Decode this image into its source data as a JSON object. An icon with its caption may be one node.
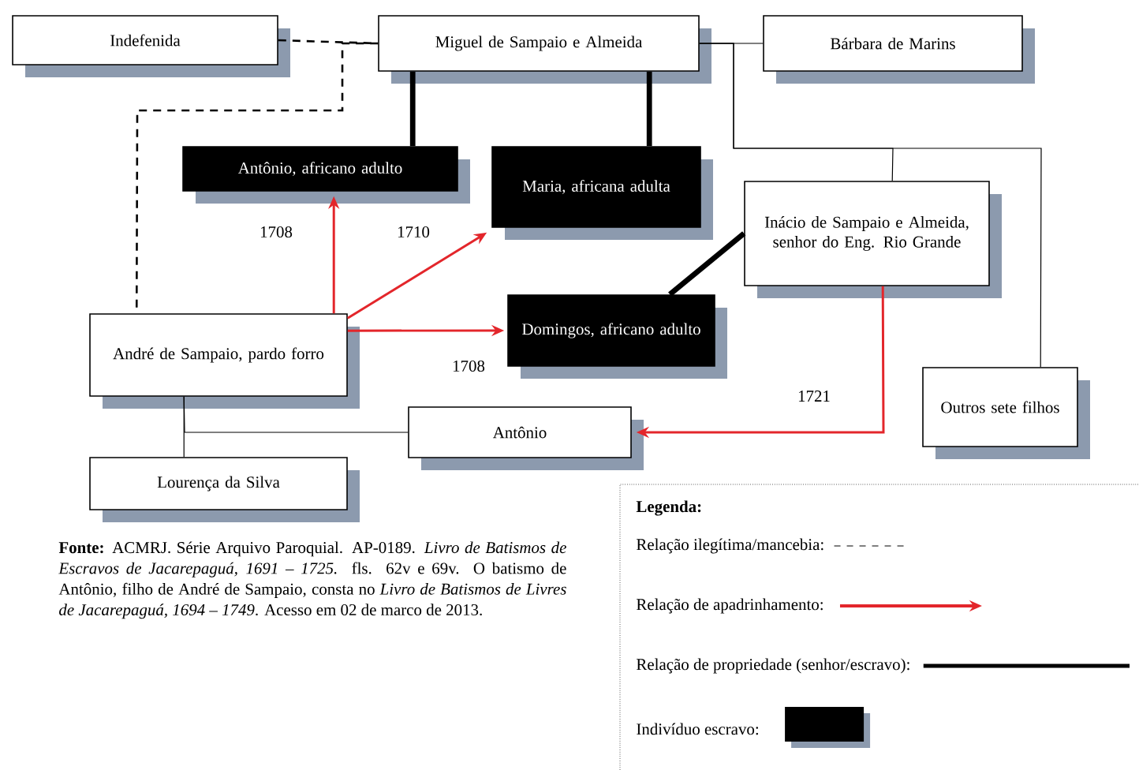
{
  "diagram": {
    "caption": "**Fonte:** ACMRJ. Série Arquivo Paroquial. AP-0189. *Livro de Batismos de Escravos de Jacarepaguá, 1691 – 1725.* fls. 62v e 69v. O batismo de Antônio, filho de André de Sampaio, consta no *Livro de Batismos de Livres de Jacarepaguá, 1694 – 1749*. Acesso em 02 de marco de 2013.",
    "nodes": [
      {
        "text": [
          "Indefenida"
        ]
      },
      {
        "text": [
          "Miguel de Sampaio e Almeida"
        ]
      },
      {
        "text": [
          "Bárbara de Marins"
        ]
      },
      {
        "text": [
          "Antônio, africano adulto"
        ]
      },
      {
        "text": [
          "Maria, africana adulta"
        ]
      },
      {
        "text": [
          "Inácio de Sampaio e Almeida, senhor do Eng. Rio Grande"
        ]
      },
      {
        "text": [
          "Domingos, africano adulto"
        ]
      },
      {
        "text": [
          "André de Sampaio, pardo forro"
        ]
      },
      {
        "text": [
          "Outros sete filhos"
        ]
      },
      {
        "text": [
          "Antônio"
        ]
      },
      {
        "text": [
          "Lourença da Silva"
        ]
      }
    ],
    "edges": [
      {
        "from": 0,
        "to": 1,
        "arrow": "none",
        "style": "dashed"
      },
      {
        "from": 1,
        "to": 7,
        "arrow": "none",
        "style": "dashed"
      },
      {
        "from": 1,
        "to": 2,
        "arrow": "none"
      },
      {
        "from": 1,
        "to": 5,
        "arrow": "none"
      },
      {
        "from": 1,
        "to": 8,
        "arrow": "none"
      },
      {
        "from": 1,
        "to": 3,
        "arrow": "none",
        "style": "thick"
      },
      {
        "from": 1,
        "to": 4,
        "arrow": "none",
        "style": "thick"
      },
      {
        "from": 5,
        "to": 6,
        "arrow": "none",
        "style": "thick"
      },
      {
        "from": 7,
        "to": 3,
        "arrow": "to",
        "label": "1708",
        "color": "#e3262b"
      },
      {
        "from": 7,
        "to": 4,
        "arrow": "to",
        "label": "1710",
        "color": "#e3262b"
      },
      {
        "from": 7,
        "to": 6,
        "arrow": "to",
        "label": "1708",
        "color": "#e3262b"
      },
      {
        "from": 5,
        "to": 9,
        "arrow": "to",
        "label": "1721",
        "color": "#e3262b"
      },
      {
        "from": 7,
        "to": 10,
        "arrow": "none"
      },
      {
        "from": 7,
        "to": 9,
        "arrow": "none"
      }
    ],
    "labels": [
      "Legenda:"
    ],
    "legend": [
      {
        "text": "Relação ilegítima/mancebia:"
      },
      {
        "text": "Relação de apadrinhamento:"
      },
      {
        "text": "Relação de propriedade (senhor/escravo):"
      },
      {
        "text": "Indivíduo escravo:",
        "color": "#000000"
      }
    ]
  }
}
